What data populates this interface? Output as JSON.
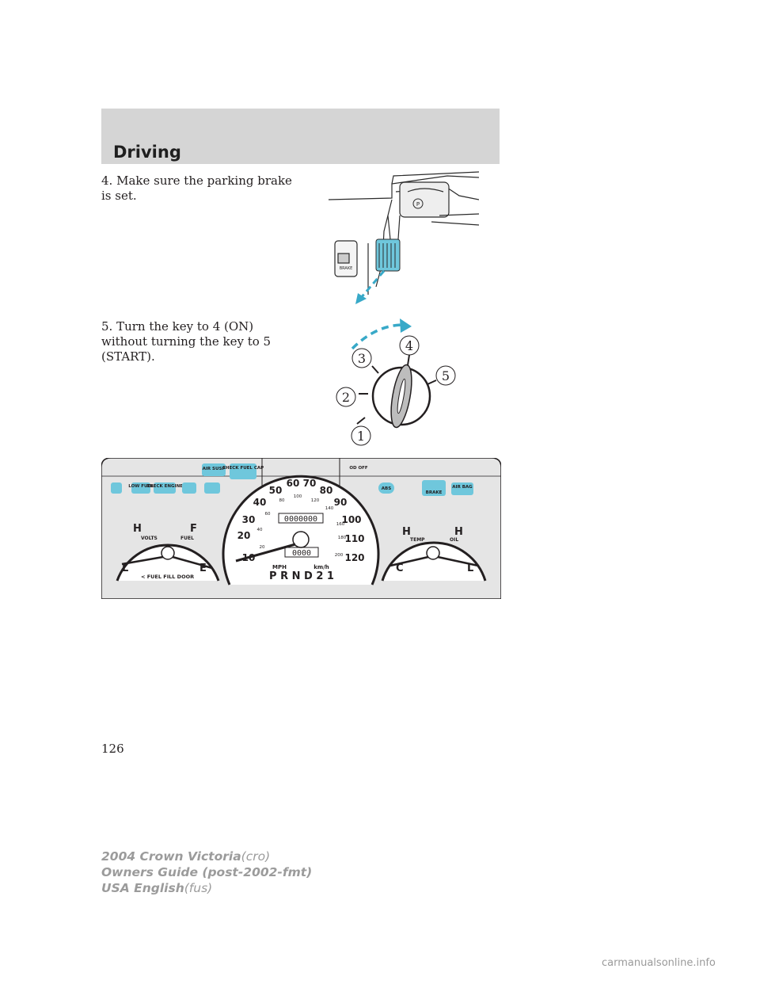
{
  "header": {
    "title": "Driving"
  },
  "steps": [
    {
      "text": "4. Make sure the parking brake is set."
    },
    {
      "text": "5. Turn the key to 4 (ON) without turning the key to 5 (START)."
    }
  ],
  "brake_illustration": {
    "pedal_label": "P",
    "release_label": "BRAKE"
  },
  "ignition": {
    "positions": [
      "1",
      "2",
      "3",
      "4",
      "5"
    ]
  },
  "cluster": {
    "left_lights": [
      "LOW FUEL",
      "CHECK ENGINE"
    ],
    "top_lights": [
      "AIR SUSP",
      "CHECK FUEL CAP"
    ],
    "od_off": "OD OFF",
    "right_lights": [
      "BRAKE",
      "AIR BAG"
    ],
    "abs": "ABS",
    "left_gauge": {
      "h": "H",
      "l": "L",
      "f": "F",
      "e": "E",
      "volts": "VOLTS",
      "fuel": "FUEL",
      "door": "< FUEL FILL DOOR"
    },
    "speedo": {
      "mph": [
        "10",
        "20",
        "30",
        "40",
        "50",
        "60",
        "70",
        "80",
        "90",
        "100",
        "110",
        "120"
      ],
      "kmh": [
        "20",
        "40",
        "60",
        "80",
        "100",
        "120",
        "140",
        "160",
        "180",
        "200"
      ],
      "odometer": "0000000",
      "trip": "0000",
      "mph_label": "MPH",
      "kmh_label": "km/h",
      "prnd": "P R N D 2 1"
    },
    "right_gauge": {
      "h1": "H",
      "c": "C",
      "h2": "H",
      "l": "L",
      "temp": "TEMP",
      "oil": "OIL"
    }
  },
  "page_number": "126",
  "footer": {
    "line1": "2004 Crown Victoria",
    "line1_code": "(cro)",
    "line2": "Owners Guide (post-2002-fmt)",
    "line3": "USA English",
    "line3_code": "(fus)"
  },
  "watermark": "carmanualsonline.info",
  "colors": {
    "accent": "#6fc7dc",
    "panel": "#e3e3e3"
  }
}
